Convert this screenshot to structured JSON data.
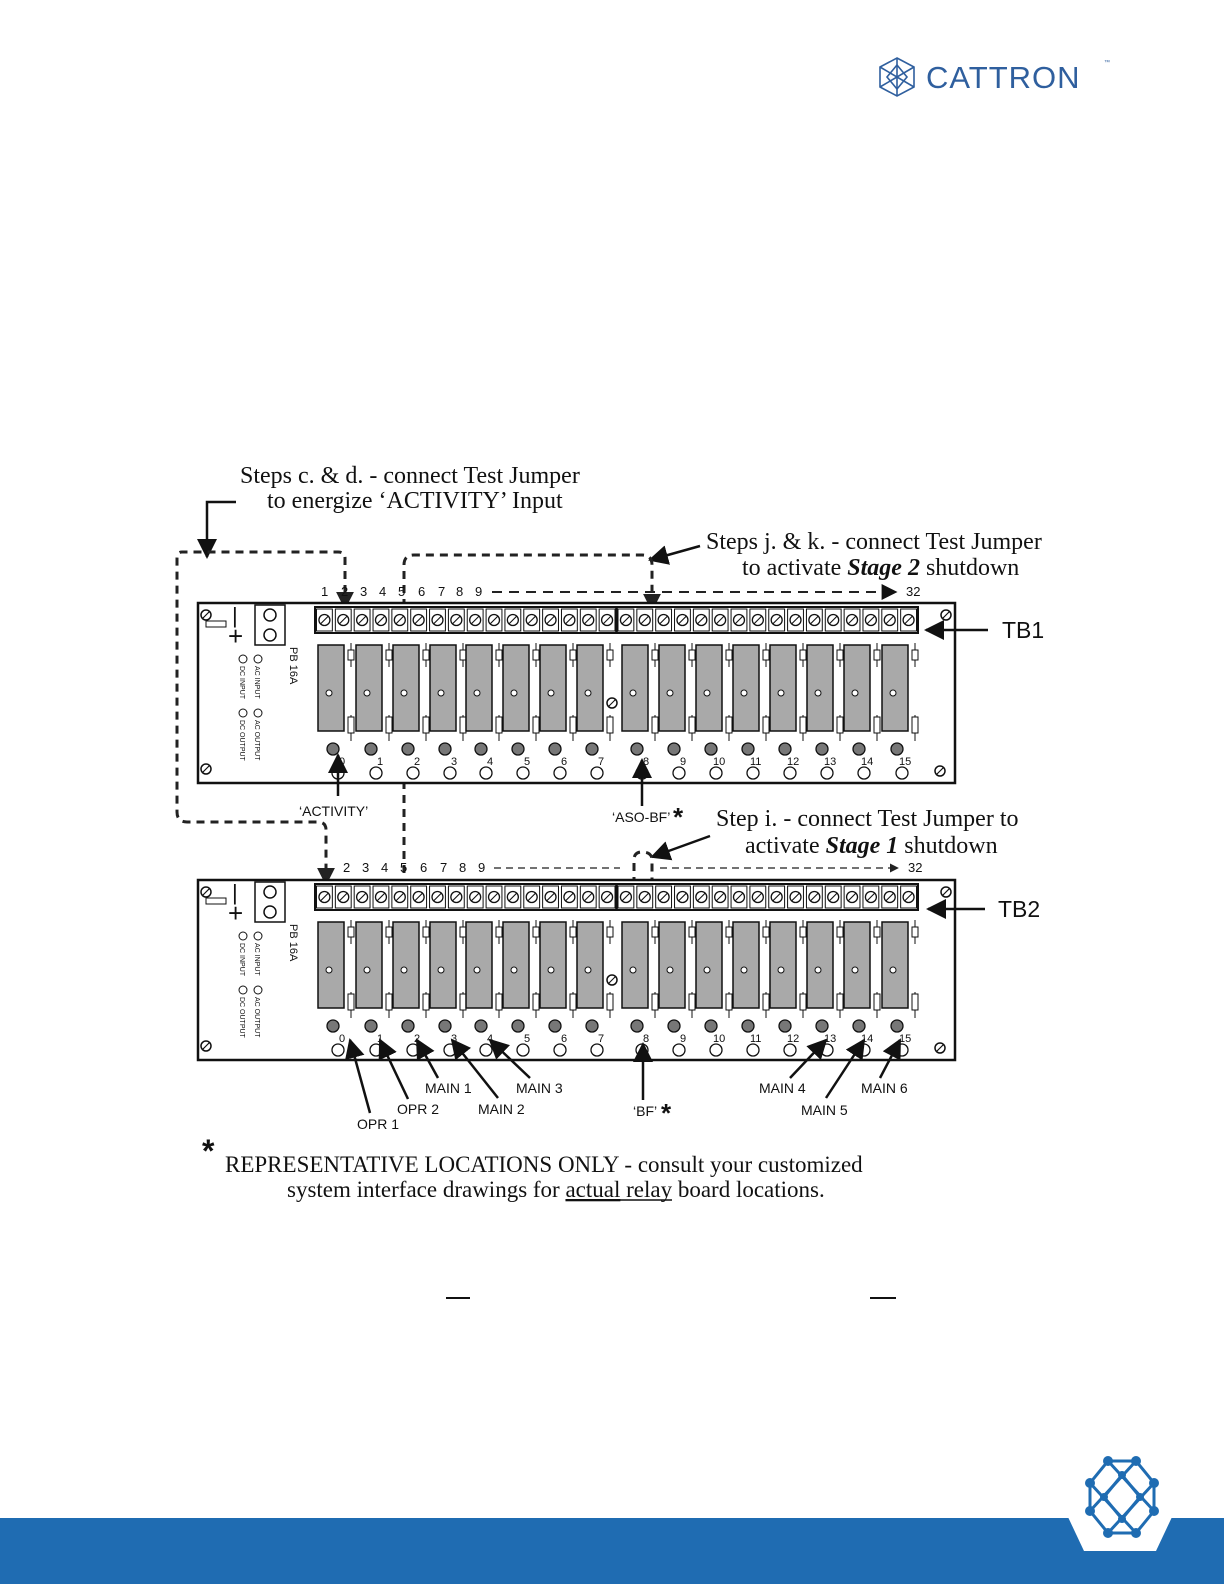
{
  "brand": {
    "name": "CATTRON",
    "tm": "™"
  },
  "annotations": {
    "steps_cd_line1": "Steps c. & d. - connect Test Jumper",
    "steps_cd_line2": "to energize ‘ACTIVITY’ Input",
    "steps_jk_line1": "Steps j. & k. - connect Test Jumper",
    "steps_jk_line2_pre": "to activate ",
    "steps_jk_line2_em": "Stage 2",
    "steps_jk_line2_post": " shutdown",
    "step_i_line1": "Step i. - connect Test Jumper to",
    "step_i_line2_pre": "activate ",
    "step_i_line2_em": "Stage 1",
    "step_i_line2_post": " shutdown"
  },
  "terminal_blocks": {
    "tb1": "TB1",
    "tb2": "TB2"
  },
  "terminal_numbers": {
    "tb1": [
      "1",
      "2",
      "3",
      "4",
      "5",
      "6",
      "7",
      "8",
      "9",
      "32"
    ],
    "tb2": [
      "2",
      "3",
      "4",
      "5",
      "6",
      "7",
      "8",
      "9",
      "32"
    ]
  },
  "board": {
    "model": "PB 16A",
    "legend": [
      "AC INPUT",
      "DC INPUT",
      "AC OUTPUT",
      "DC OUTPUT"
    ],
    "minus": "—",
    "plus": "+",
    "relay_numbers": [
      "0",
      "1",
      "2",
      "3",
      "4",
      "5",
      "6",
      "7",
      "8",
      "9",
      "10",
      "11",
      "12",
      "13",
      "14",
      "15"
    ]
  },
  "callouts": {
    "activity": "‘ACTIVITY’",
    "aso_bf": "‘ASO-BF’",
    "bf": "‘BF’",
    "opr1": "OPR 1",
    "opr2": "OPR 2",
    "main1": "MAIN 1",
    "main2": "MAIN 2",
    "main3": "MAIN 3",
    "main4": "MAIN 4",
    "main5": "MAIN 5",
    "main6": "MAIN 6",
    "asterisk": "*"
  },
  "note": {
    "asterisk": "*",
    "line1": "REPRESENTATIVE LOCATIONS ONLY - consult your customized",
    "line2_pre": "system interface drawings for ",
    "line2_u": "actual",
    "line2_post": " relay board locations."
  },
  "colors": {
    "brand_blue": "#1f6cb2",
    "logo_blue": "#2f5f9e",
    "relay_gray": "#a9a9a9"
  }
}
